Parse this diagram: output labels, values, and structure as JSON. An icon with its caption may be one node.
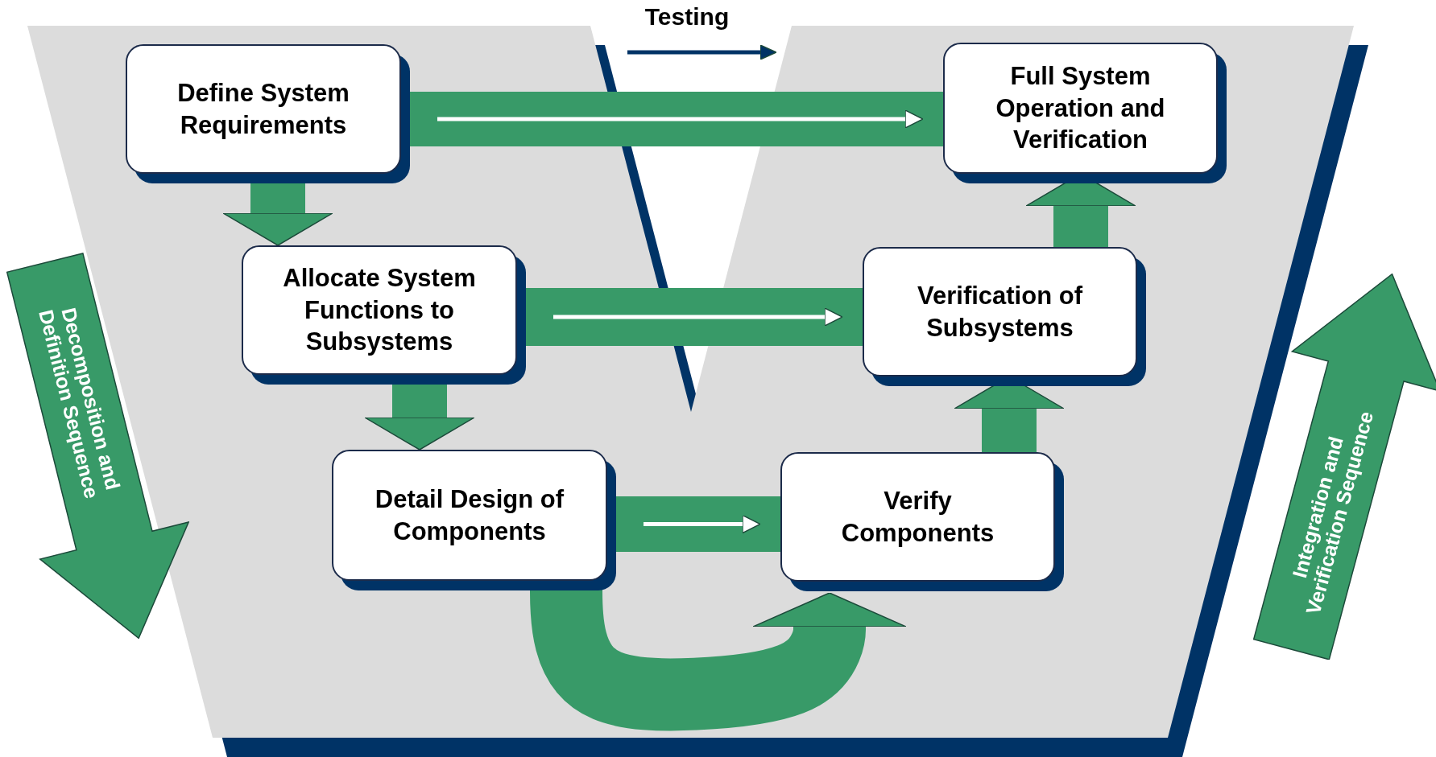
{
  "diagram": {
    "nodes": [
      {
        "text": [
          "Define System Requirements"
        ]
      },
      {
        "text": [
          "Allocate System Functions to Subsystems"
        ]
      },
      {
        "text": [
          "Detail Design of Components"
        ]
      },
      {
        "text": [
          "Verify Components"
        ]
      },
      {
        "text": [
          "Verification of Subsystems"
        ]
      },
      {
        "text": [
          "Full System Operation and Verification"
        ]
      },
      {
        "text": [
          "Decomposition and Definition Sequence"
        ]
      },
      {
        "text": [
          "Integration and Verification Sequence"
        ]
      }
    ],
    "edges": [
      {
        "from": 0,
        "to": 1,
        "arrow": "to"
      },
      {
        "from": 1,
        "to": 2,
        "arrow": "to"
      },
      {
        "from": 2,
        "to": 3,
        "arrow": "to",
        "color": "#ffffff"
      },
      {
        "from": 2,
        "to": 3,
        "arrow": "to"
      },
      {
        "from": 3,
        "to": 4,
        "arrow": "to"
      },
      {
        "from": 4,
        "to": 5,
        "arrow": "to"
      },
      {
        "from": 0,
        "to": 5,
        "arrow": "to",
        "color": "#ffffff"
      },
      {
        "from": 1,
        "to": 4,
        "arrow": "to",
        "color": "#ffffff"
      }
    ],
    "labels": [
      "Testing"
    ]
  }
}
